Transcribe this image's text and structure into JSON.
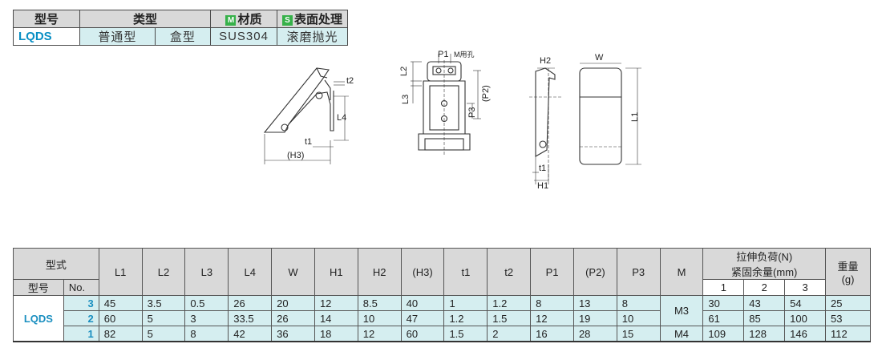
{
  "spec": {
    "headers": {
      "type_no": "型号",
      "type": "类型",
      "material": "材质",
      "surface": "表面处理",
      "material_tag": "M",
      "surface_tag": "S"
    },
    "row": {
      "model": "LQDS",
      "type1": "普通型",
      "type2": "盒型",
      "material": "SUS304",
      "surface": "滚磨抛光"
    }
  },
  "drawing": {
    "labels": {
      "t2": "t2",
      "L4": "L4",
      "t1": "t1",
      "H3": "(H3)",
      "L2": "L2",
      "P1": "P1",
      "m_hole": "M用孔",
      "P2": "(P2)",
      "L3": "L3",
      "P3": "P3",
      "H2": "H2",
      "W": "W",
      "L1": "L1",
      "t1b": "t1",
      "H1": "H1"
    }
  },
  "table": {
    "header": {
      "kind": "型式",
      "model": "型号",
      "no": "No.",
      "load_title_1": "拉伸负荷(N)",
      "load_title_2": "紧固余量(mm)",
      "weight_1": "重量",
      "weight_2": "(g)",
      "M": "M",
      "load_cols": [
        "1",
        "2",
        "3"
      ]
    },
    "dim_cols": [
      "L1",
      "L2",
      "L3",
      "L4",
      "W",
      "H1",
      "H2",
      "(H3)",
      "t1",
      "t2",
      "P1",
      "(P2)",
      "P3"
    ],
    "model": "LQDS",
    "rows": [
      {
        "no": "3",
        "dims": [
          "45",
          "3.5",
          "0.5",
          "26",
          "20",
          "12",
          "8.5",
          "40",
          "1",
          "1.2",
          "8",
          "13",
          "8"
        ],
        "loads": [
          "30",
          "43",
          "54"
        ],
        "weight": "25"
      },
      {
        "no": "2",
        "dims": [
          "60",
          "5",
          "3",
          "33.5",
          "26",
          "14",
          "10",
          "47",
          "1.2",
          "1.5",
          "12",
          "19",
          "10"
        ],
        "loads": [
          "61",
          "85",
          "100"
        ],
        "weight": "53"
      },
      {
        "no": "1",
        "dims": [
          "82",
          "5",
          "8",
          "42",
          "36",
          "18",
          "12",
          "60",
          "1.5",
          "2",
          "16",
          "28",
          "15"
        ],
        "loads": [
          "109",
          "128",
          "146"
        ],
        "weight": "112"
      }
    ],
    "m_values": {
      "m3": "M3",
      "m4": "M4"
    }
  }
}
